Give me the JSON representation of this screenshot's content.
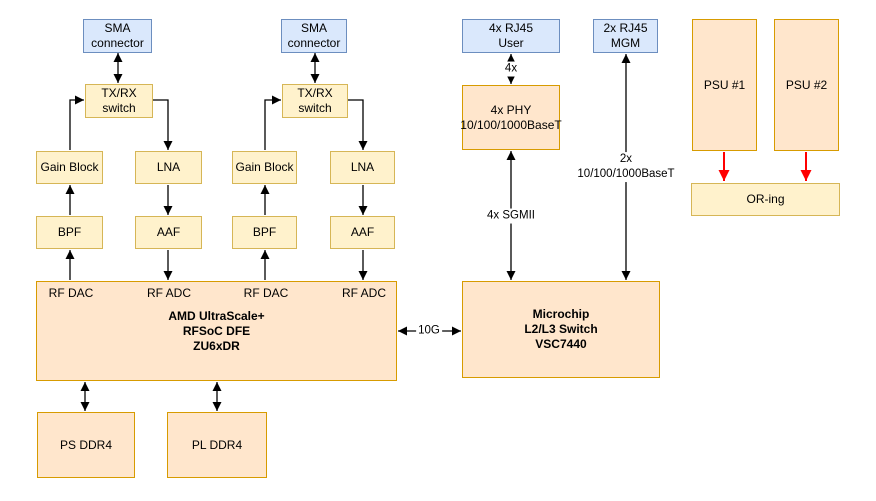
{
  "diagram": {
    "blocks": {
      "sma1": "SMA\nconnector",
      "sma2": "SMA\nconnector",
      "txrx1": "TX/RX\nswitch",
      "txrx2": "TX/RX\nswitch",
      "gain1": "Gain Block",
      "gain2": "Gain Block",
      "lna1": "LNA",
      "lna2": "LNA",
      "bpf1": "BPF",
      "bpf2": "BPF",
      "aaf1": "AAF",
      "aaf2": "AAF",
      "rfsoc": "AMD UltraScale+\nRFSoC DFE\nZU6xDR",
      "ps_ddr4": "PS DDR4",
      "pl_ddr4": "PL DDR4",
      "rj45_user": "4x RJ45\nUser",
      "rj45_mgm": "2x RJ45\nMGM",
      "phy": "4x PHY\n10/100/1000BaseT",
      "eth_switch": "Microchip\nL2/L3 Switch\nVSC7440",
      "psu1": "PSU #1",
      "psu2": "PSU #2",
      "oring": "OR-ing"
    },
    "rfsoc_ports": [
      "RF DAC",
      "RF ADC",
      "RF DAC",
      "RF ADC"
    ],
    "edge_labels": {
      "user_phy": "4x",
      "phy_switch": "4x SGMII",
      "mgm_switch": "2x\n10/100/1000BaseT",
      "rfsoc_switch": "10G"
    },
    "colors": {
      "blue_fill": "#DAE8FC",
      "blue_stroke": "#6C8EBF",
      "yellow_fill": "#FFF2CC",
      "yellow_stroke": "#D6B656",
      "orange_fill": "#FFE6CC",
      "orange_stroke": "#D79B00",
      "edge_color": "#000000",
      "power_edge_color": "#FF0000"
    }
  }
}
